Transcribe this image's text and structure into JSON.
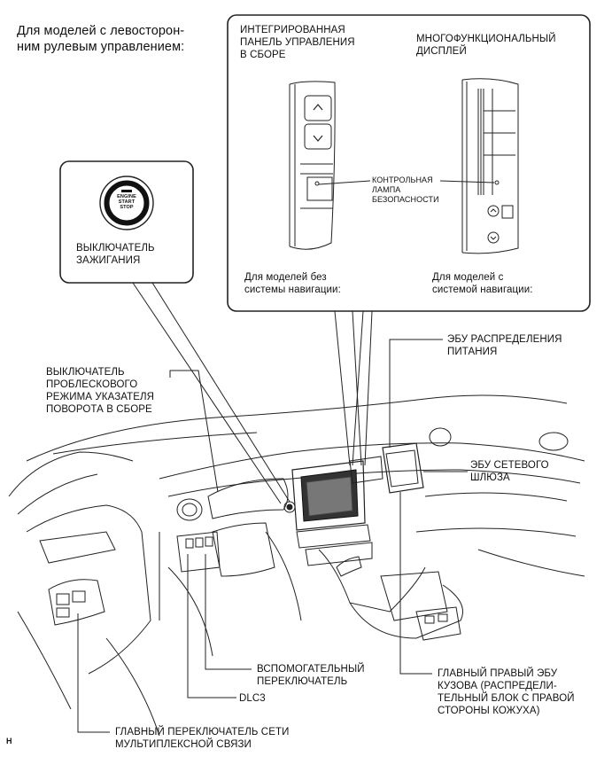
{
  "header": {
    "lhd_models": "Для моделей с левосторон-\nним рулевым управлением:"
  },
  "inset_ignition": {
    "button_text": "ENGINE\nSTART\nSTOP",
    "label": "ВЫКЛЮЧАТЕЛЬ\nЗАЖИГАНИЯ"
  },
  "inset_panel": {
    "left_title": "ИНТЕГРИРОВАННАЯ\nПАНЕЛЬ УПРАВЛЕНИЯ\nВ СБОРЕ",
    "right_title": "МНОГОФУНКЦИОНАЛЬНЫЙ\nДИСПЛЕЙ",
    "lamp_label": "КОНТРОЛЬНАЯ\nЛАМПА\nБЕЗОПАСНОСТИ",
    "left_caption": "Для моделей без\nсистемы навигации:",
    "right_caption": "Для моделей с\nсистемой навигации:"
  },
  "labels": {
    "power_ecu": "ЭБУ РАСПРЕДЕЛЕНИЯ\nПИТАНИЯ",
    "hazard_switch": "ВЫКЛЮЧАТЕЛЬ\nПРОБЛЕСКОВОГО\nРЕЖИМА УКАЗАТЕЛЯ\nПОВОРОТА В СБОРЕ",
    "gateway_ecu": "ЭБУ СЕТЕВОГО\nШЛЮЗА",
    "aux_switch": "ВСПОМОГАТЕЛЬНЫЙ\nПЕРЕКЛЮЧАТЕЛЬ",
    "dlc3": "DLC3",
    "main_body_ecu": "ГЛАВНЫЙ ПРАВЫЙ ЭБУ\nКУЗОВА (РАСПРЕДЕЛИ-\nТЕЛЬНЫЙ БЛОК С ПРАВОЙ\nСТОРОНЫ КОЖУХА)",
    "multiplex_switch": "ГЛАВНЫЙ ПЕРЕКЛЮЧАТЕЛЬ СЕТИ\nМУЛЬТИПЛЕКСНОЙ СВЯЗИ"
  },
  "footer": {
    "mark": "H"
  }
}
